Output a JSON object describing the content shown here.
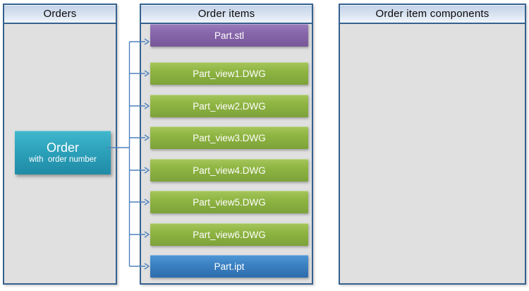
{
  "diagram": {
    "panels": [
      {
        "title": "Orders"
      },
      {
        "title": "Order items"
      },
      {
        "title": "Order item components"
      }
    ],
    "order_box": {
      "title": "Order",
      "subtitle": "with  order number"
    },
    "order_items": [
      {
        "label": "Part_view1.DWG",
        "color": "green"
      },
      {
        "label": "Part_view2.DWG",
        "color": "green"
      },
      {
        "label": "Part_view3.DWG",
        "color": "green"
      },
      {
        "label": "Part_view4.DWG",
        "color": "green"
      },
      {
        "label": "Part_view5.DWG",
        "color": "green"
      },
      {
        "label": "Part_view6.DWG",
        "color": "green"
      },
      {
        "label": "Part.ipt",
        "color": "blue"
      },
      {
        "label": "Part.stl",
        "color": "purple"
      }
    ],
    "colors": {
      "panel_border": "#35618e",
      "panel_body": "#e0e0e0",
      "header_gradient_top": "#c3d2e8",
      "header_gradient_bottom": "#f1f5fb",
      "connector_line": "#4f81bd",
      "order_box_top": "#41b8cd",
      "order_box_bottom": "#1f8ba6",
      "green_top": "#a6c65c",
      "green_bottom": "#7da23a",
      "blue_top": "#4e97d6",
      "blue_bottom": "#2e6cab",
      "purple_top": "#9a7cbd",
      "purple_bottom": "#775798"
    }
  }
}
